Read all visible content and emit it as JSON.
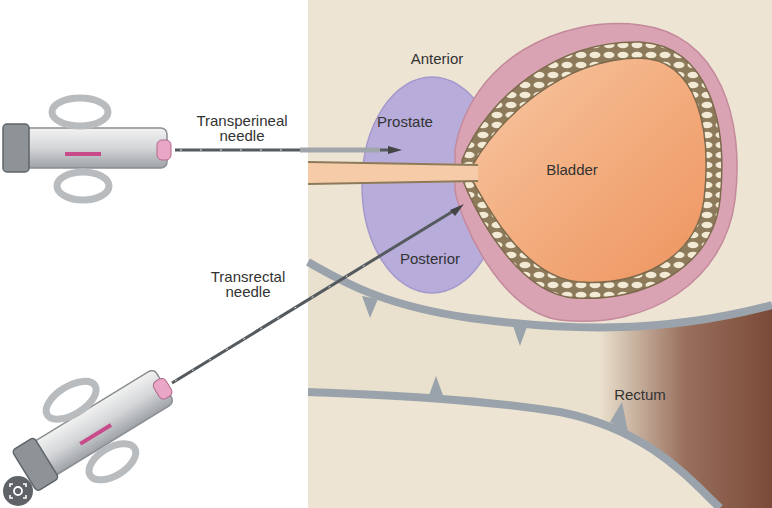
{
  "diagram": {
    "nodes": [
      {
        "text": [
          "Prostate"
        ]
      },
      {
        "text": [
          "Bladder"
        ]
      },
      {
        "text": [
          "Rectum"
        ]
      }
    ],
    "labels": [
      "Anterior",
      "Posterior",
      "Transperineal needle",
      "Transrectal needle"
    ]
  }
}
